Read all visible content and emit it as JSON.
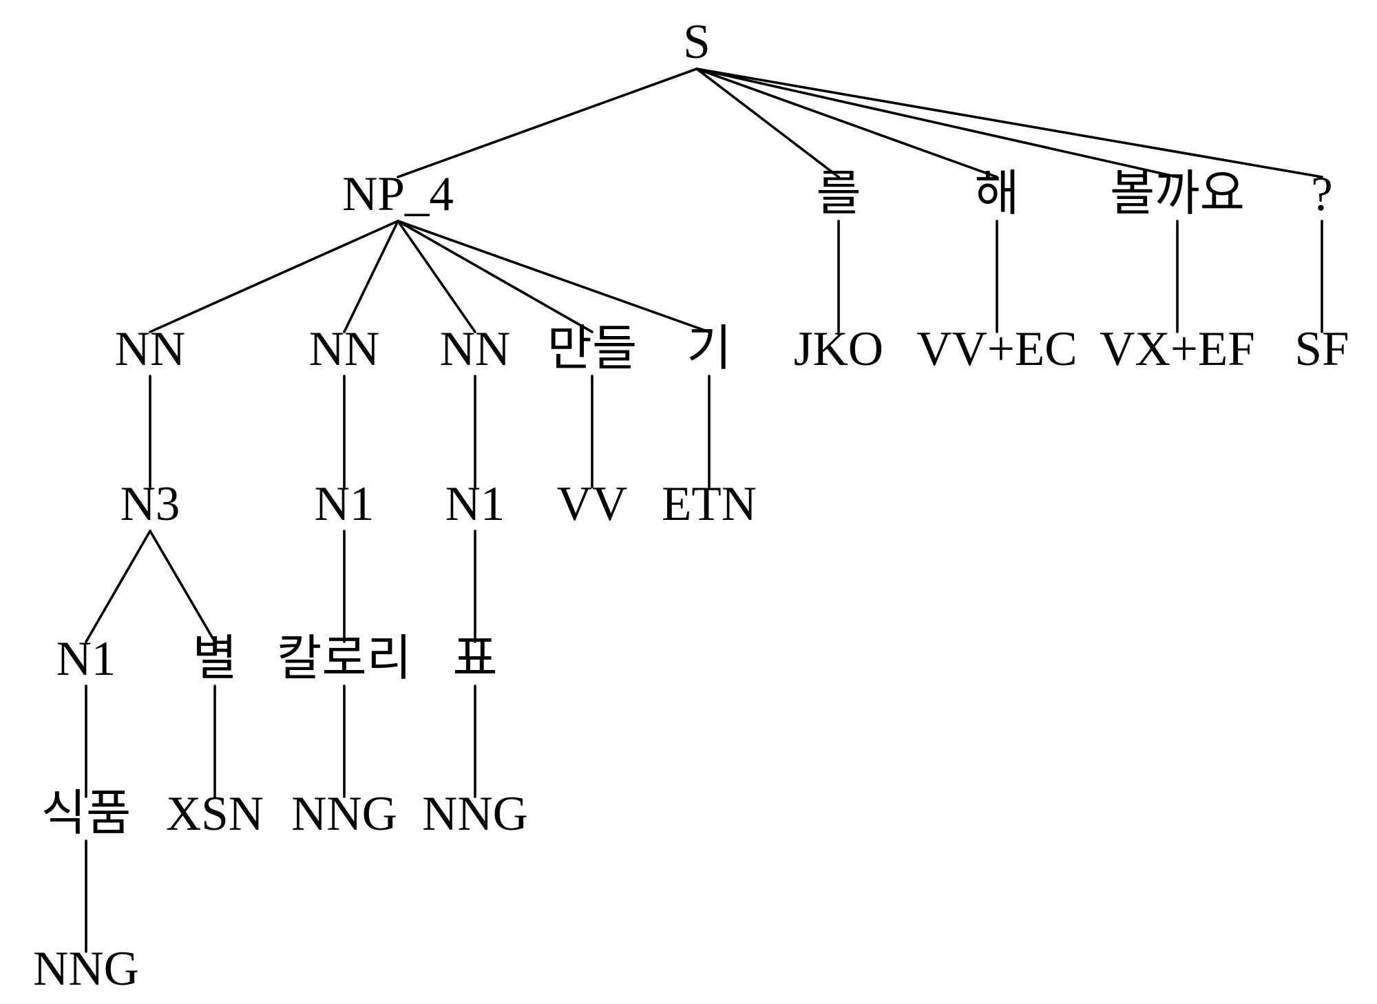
{
  "tree": {
    "root": "s",
    "nodes": {
      "s": "S",
      "np4": "NP_4",
      "reul": "를",
      "hae": "해",
      "bolkkayo": "볼까요",
      "qm": "?",
      "nn1": "NN",
      "nn2": "NN",
      "nn3": "NN",
      "mandeul": "만들",
      "gi": "기",
      "jko": "JKO",
      "vvec": "VV+EC",
      "vxef": "VX+EF",
      "sf": "SF",
      "n3": "N3",
      "n1a": "N1",
      "n1b": "N1",
      "vv": "VV",
      "etn": "ETN",
      "n1c": "N1",
      "byeol": "별",
      "kallori": "칼로리",
      "pyo": "표",
      "sikpum": "식품",
      "xsn": "XSN",
      "nng1": "NNG",
      "nng2": "NNG",
      "nng3": "NNG"
    },
    "edges": [
      [
        "s",
        "np4"
      ],
      [
        "s",
        "reul"
      ],
      [
        "s",
        "hae"
      ],
      [
        "s",
        "bolkkayo"
      ],
      [
        "s",
        "qm"
      ],
      [
        "np4",
        "nn1"
      ],
      [
        "np4",
        "nn2"
      ],
      [
        "np4",
        "nn3"
      ],
      [
        "np4",
        "mandeul"
      ],
      [
        "np4",
        "gi"
      ],
      [
        "reul",
        "jko"
      ],
      [
        "hae",
        "vvec"
      ],
      [
        "bolkkayo",
        "vxef"
      ],
      [
        "qm",
        "sf"
      ],
      [
        "nn1",
        "n3"
      ],
      [
        "nn2",
        "n1a"
      ],
      [
        "nn3",
        "n1b"
      ],
      [
        "mandeul",
        "vv"
      ],
      [
        "gi",
        "etn"
      ],
      [
        "n3",
        "n1c"
      ],
      [
        "n3",
        "byeol"
      ],
      [
        "n1a",
        "kallori"
      ],
      [
        "n1b",
        "pyo"
      ],
      [
        "n1c",
        "sikpum"
      ],
      [
        "byeol",
        "xsn"
      ],
      [
        "kallori",
        "nng2"
      ],
      [
        "pyo",
        "nng3"
      ],
      [
        "sikpum",
        "nng1"
      ]
    ]
  }
}
